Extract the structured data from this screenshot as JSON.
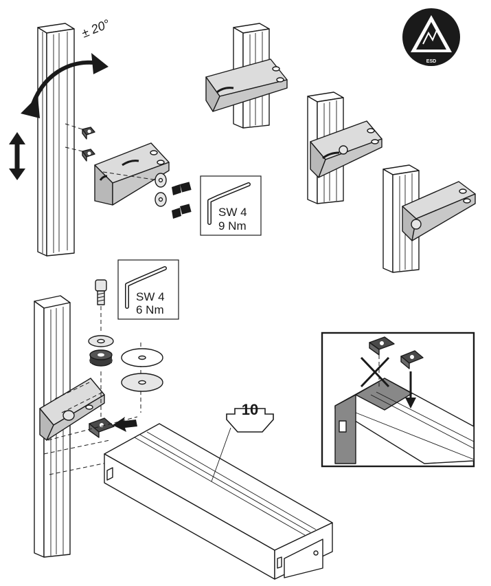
{
  "rotation_label": "± 20°",
  "esd_label": "ESD",
  "wrench_top": {
    "size": "SW 4",
    "torque": "9 Nm"
  },
  "wrench_bottom": {
    "size": "SW 4",
    "torque": "6 Nm"
  },
  "quantity_label": "10",
  "colors": {
    "line": "#1a1a1a",
    "bracket_face": "#dcdcdc",
    "bracket_side": "#b8b8b8",
    "post_face": "#ffffff",
    "nut_dark": "#4a4a4a"
  }
}
